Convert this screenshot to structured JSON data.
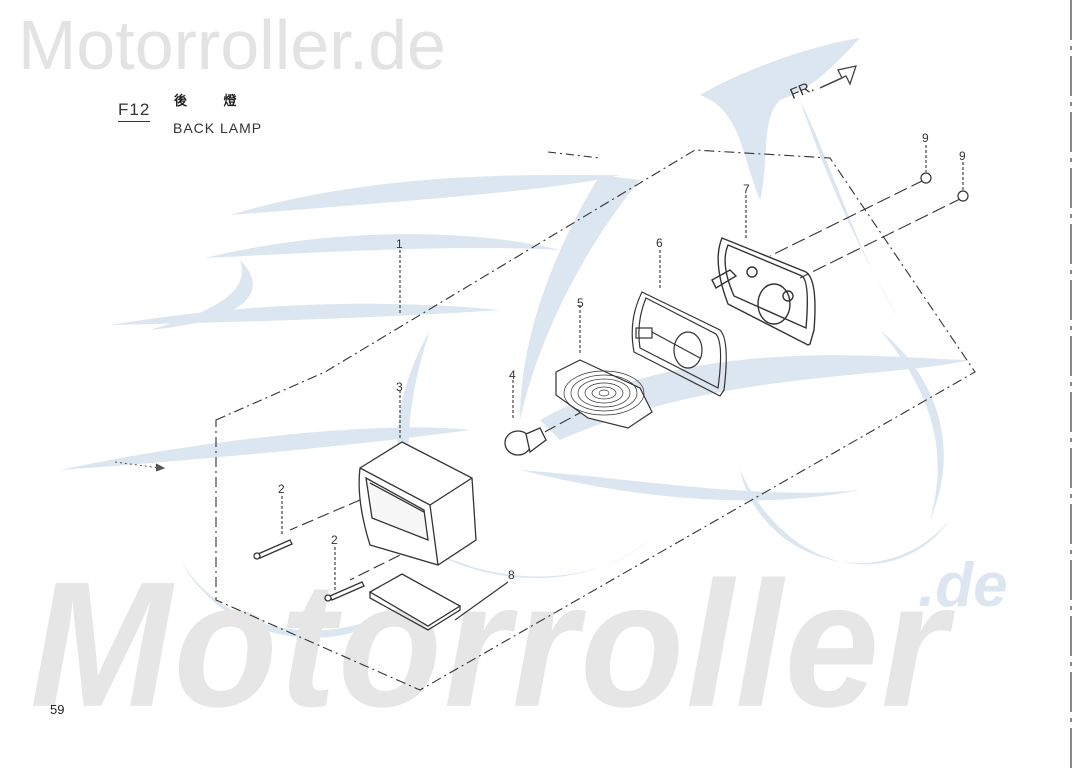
{
  "watermark": {
    "top_text": "Motorroller.de",
    "bottom_text": "Motorroller",
    "bottom_suffix": ".de",
    "colors": {
      "gray": "#e4e4e4",
      "blue": "#dce6f1"
    }
  },
  "figure": {
    "code": "F12",
    "title_cn": "後 燈",
    "title_en": "BACK LAMP",
    "direction_label": "FR.",
    "page_number": "59"
  },
  "callouts": [
    {
      "id": "1",
      "part": "rear-lamp-assembly"
    },
    {
      "id": "2",
      "part": "screw-upper"
    },
    {
      "id": "2",
      "part": "screw-lower"
    },
    {
      "id": "3",
      "part": "lens"
    },
    {
      "id": "4",
      "part": "bulb"
    },
    {
      "id": "5",
      "part": "reflector"
    },
    {
      "id": "6",
      "part": "gasket"
    },
    {
      "id": "7",
      "part": "lamp-base"
    },
    {
      "id": "8",
      "part": "reflector-plate"
    },
    {
      "id": "9",
      "part": "nut-upper"
    },
    {
      "id": "9",
      "part": "nut-lower"
    }
  ]
}
